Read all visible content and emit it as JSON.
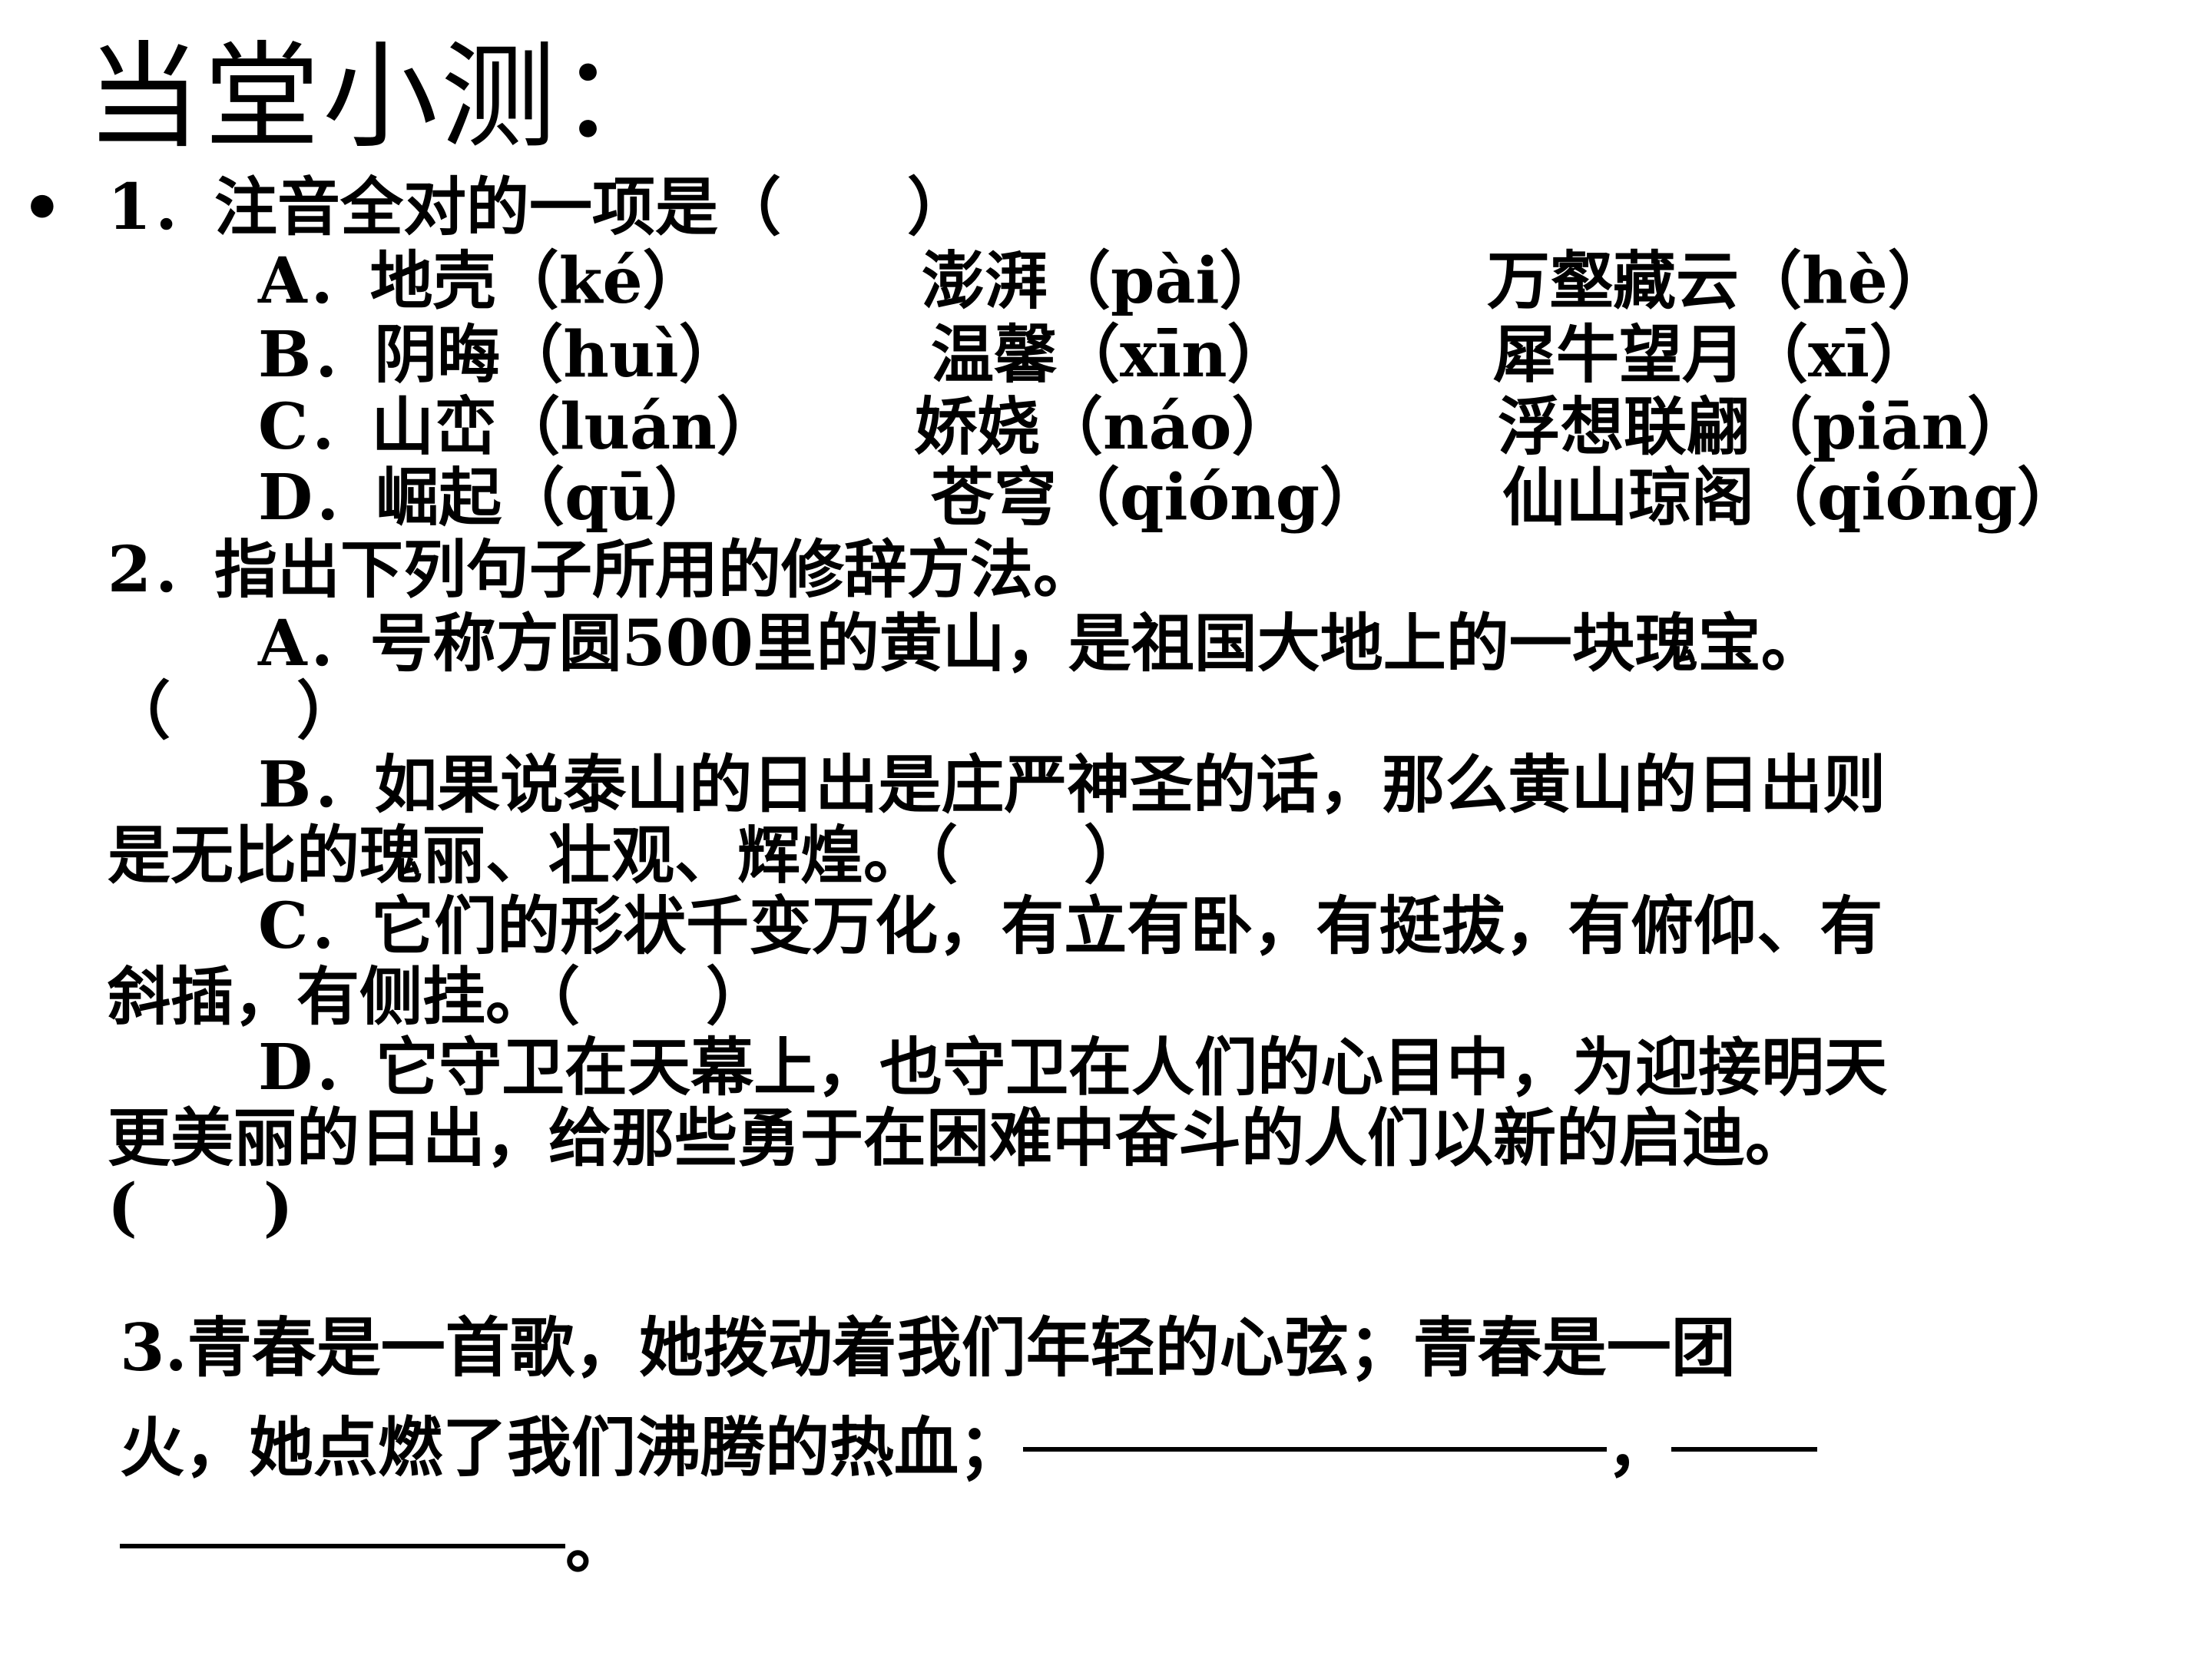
{
  "title": "当堂小测：",
  "bullet": "•",
  "q1": {
    "stem": "1．注音全对的一项是（　　）",
    "options": [
      {
        "label": "A．地壳（ké）",
        "w2": "澎湃（pài）",
        "w3": "万壑藏云（hè）"
      },
      {
        "label": "B．阴晦（huì）",
        "w2": "温馨（xīn）",
        "w3": "犀牛望月（xī）"
      },
      {
        "label": "C．山峦（luán）",
        "w2": "娇娆（náo）",
        "w3": "浮想联翩（piān）"
      },
      {
        "label": "D．崛起（qū）",
        "w2": "苍穹（qióng）",
        "w3": "仙山琼阁（qióng）"
      }
    ]
  },
  "q2": {
    "stem": "2．指出下列句子所用的修辞方法。",
    "a1": "A．号称方圆500里的黄山，是祖国大地上的一块瑰宝。",
    "a2": "（　　）",
    "b1": "B．如果说泰山的日出是庄严神圣的话，那么黄山的日出则",
    "b2": "是无比的瑰丽、壮观、辉煌。（　　）",
    "c1": "C．它们的形状千变万化，有立有卧，有挺拔，有俯仰、有",
    "c2": "斜插，有侧挂。（　　）",
    "d1": "D．它守卫在天幕上，也守卫在人们的心目中，为迎接明天",
    "d2": "更美丽的日出，给那些勇于在困难中奋斗的人们以新的启迪。",
    "d3": "(　　)"
  },
  "q3": {
    "line1": "3.青春是一首歌，她拨动着我们年轻的心弦；青春是一团",
    "line2": "火，她点燃了我们沸腾的热血；",
    "comma": "，",
    "period": "。"
  }
}
